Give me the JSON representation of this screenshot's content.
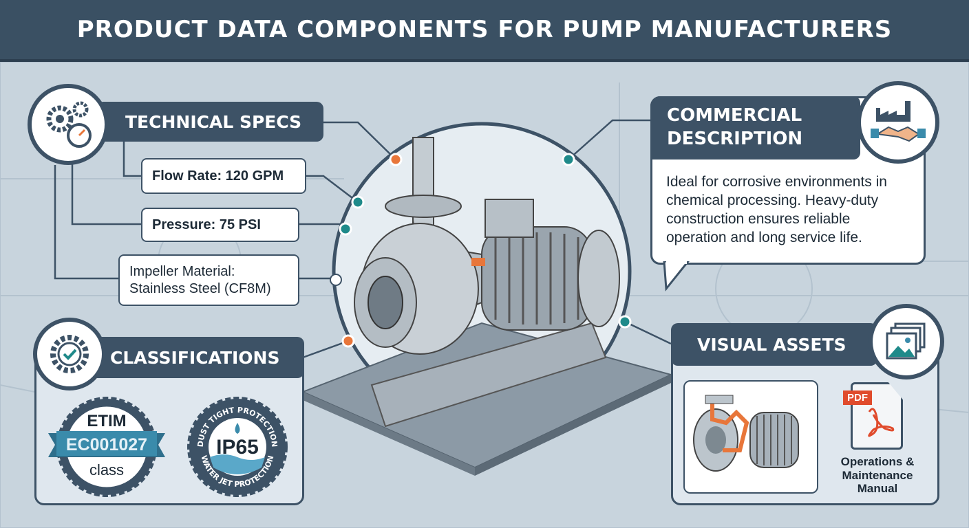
{
  "title": "PRODUCT DATA COMPONENTS FOR PUMP MANUFACTURERS",
  "technical_specs": {
    "label": "TECHNICAL SPECS",
    "icon": "gears-gauge-icon",
    "items": [
      "Flow Rate: 120 GPM",
      "Pressure: 75 PSI",
      "Impeller Material:\nStainless Steel (CF8M)"
    ]
  },
  "classifications": {
    "label": "CLASSIFICATIONS",
    "icon": "gear-check-icon",
    "etim_badge": {
      "top": "ETIM",
      "code": "EC001027",
      "bottom": "class"
    },
    "ip_badge": {
      "code": "IP65",
      "top_arc": "DUST TIGHT PROTECTION",
      "bottom_arc": "WATER JET PROTECTION"
    }
  },
  "commercial": {
    "label": "COMMERCIAL DESCRIPTION",
    "icon": "factory-handshake-icon",
    "text": "Ideal for corrosive environments in chemical processing. Heavy-duty construction ensures reliable operation and long service life."
  },
  "visual_assets": {
    "label": "VISUAL ASSETS",
    "icon": "images-icon",
    "pdf_tag": "PDF",
    "manual": "Operations & Maintenance Manual"
  },
  "colors": {
    "primary": "#3d5266",
    "accent_orange": "#e8763a",
    "accent_teal": "#1f8a8a",
    "badge_blue": "#3a8bab"
  }
}
